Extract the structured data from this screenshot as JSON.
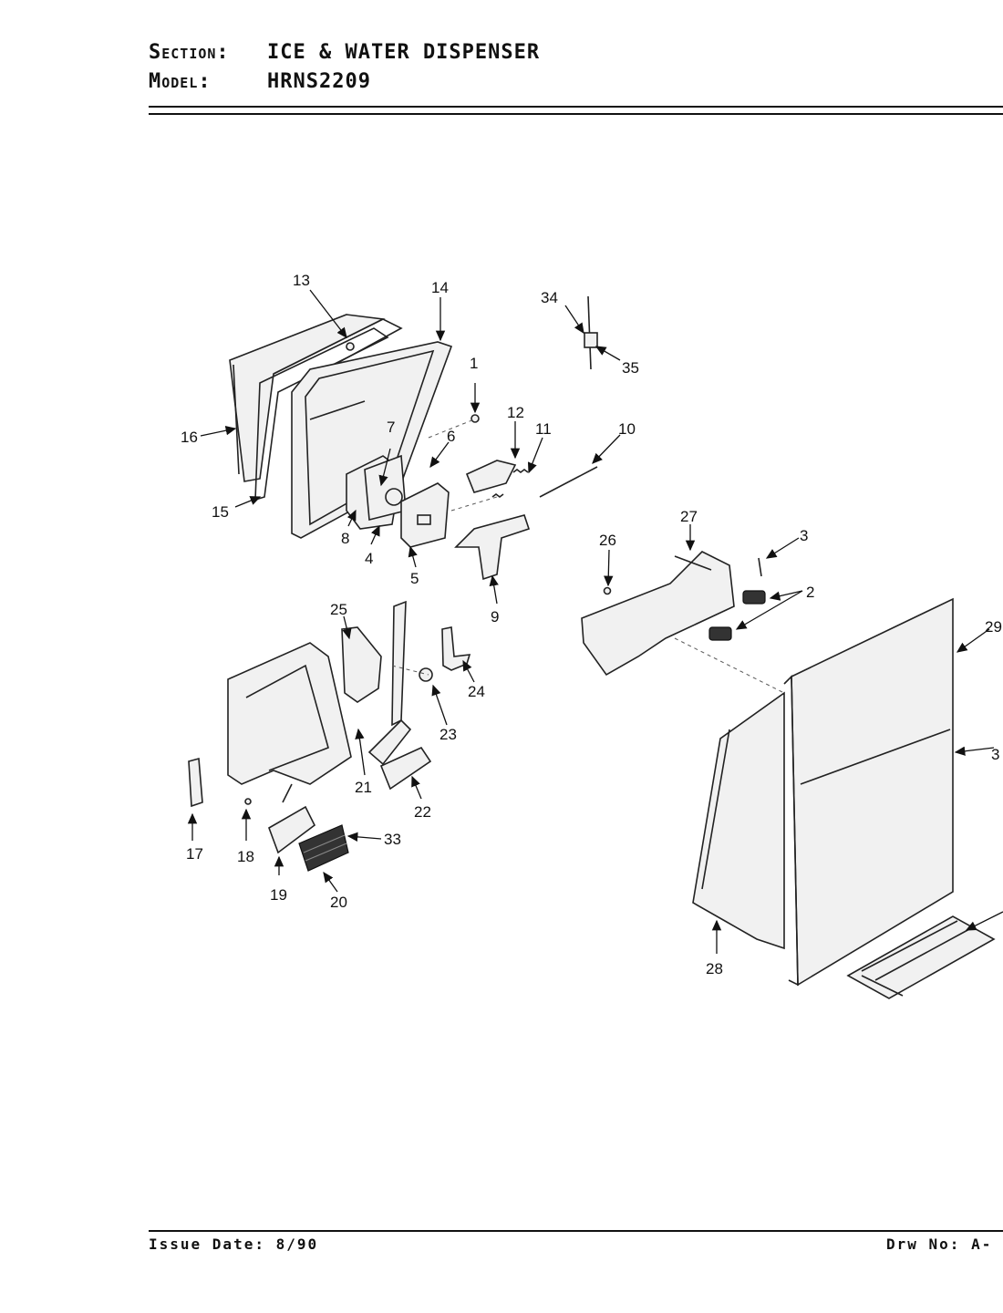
{
  "header": {
    "section_label": "Section:",
    "section_value": "ICE & WATER DISPENSER",
    "model_label": "Model:",
    "model_value": "HRNS2209"
  },
  "footer": {
    "issue_date": "Issue Date: 8/90",
    "drawing_no": "Drw No: A-"
  },
  "callouts": [
    "13",
    "14",
    "34",
    "35",
    "1",
    "16",
    "12",
    "11",
    "10",
    "7",
    "6",
    "15",
    "8",
    "4",
    "5",
    "9",
    "27",
    "26",
    "3",
    "2",
    "29",
    "25",
    "24",
    "23",
    "21",
    "22",
    "3",
    "17",
    "18",
    "33",
    "19",
    "20",
    "28"
  ]
}
